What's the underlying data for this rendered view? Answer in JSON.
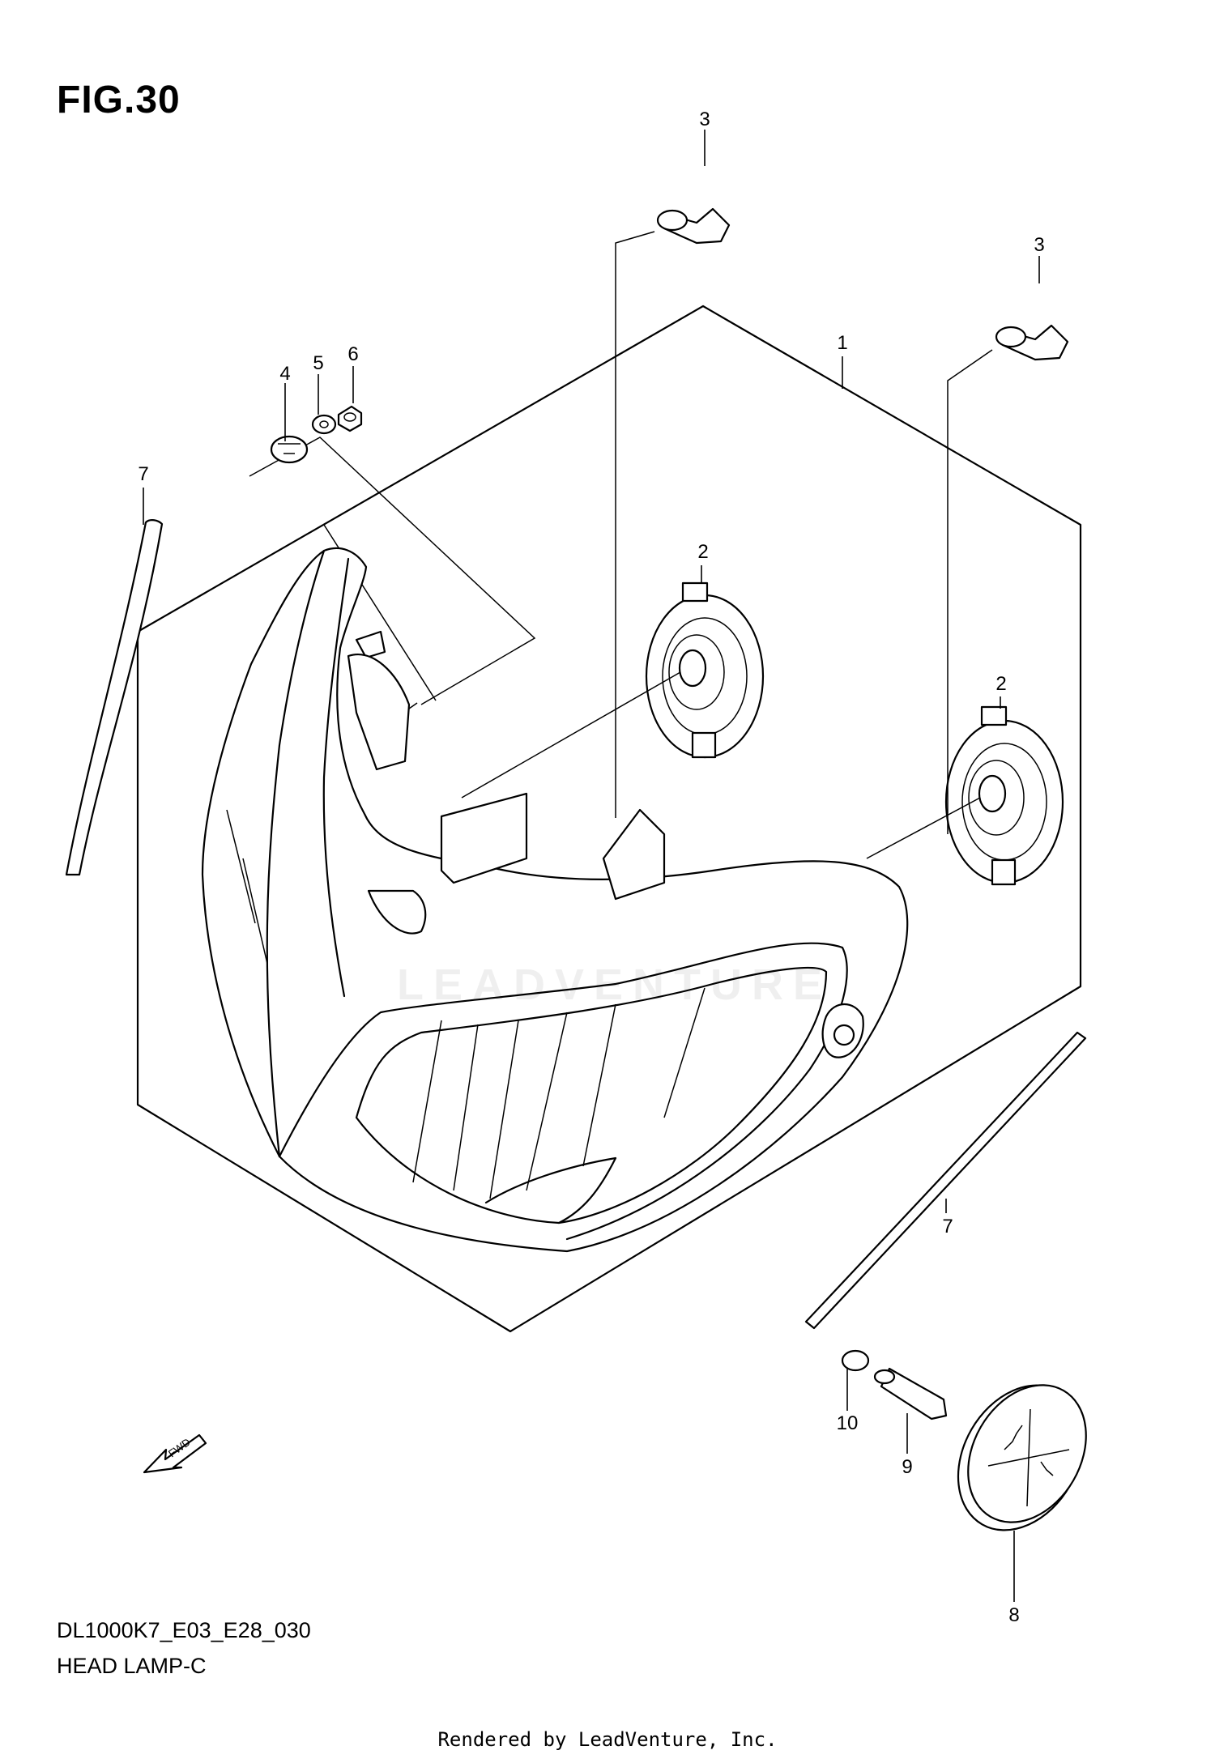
{
  "figure": {
    "title": "FIG.30",
    "model_code": "DL1000K7_E03_E28_030",
    "assembly_name": "HEAD LAMP-C",
    "footer": "Rendered by LeadVenture, Inc.",
    "watermark": "LEADVENTURE",
    "fwd_label": "FWD"
  },
  "callouts": [
    {
      "id": "c1",
      "label": "1"
    },
    {
      "id": "c2a",
      "label": "2"
    },
    {
      "id": "c2b",
      "label": "2"
    },
    {
      "id": "c3a",
      "label": "3"
    },
    {
      "id": "c3b",
      "label": "3"
    },
    {
      "id": "c4",
      "label": "4"
    },
    {
      "id": "c5",
      "label": "5"
    },
    {
      "id": "c6",
      "label": "6"
    },
    {
      "id": "c7a",
      "label": "7"
    },
    {
      "id": "c7b",
      "label": "7"
    },
    {
      "id": "c8",
      "label": "8"
    },
    {
      "id": "c9",
      "label": "9"
    },
    {
      "id": "c10",
      "label": "10"
    }
  ]
}
